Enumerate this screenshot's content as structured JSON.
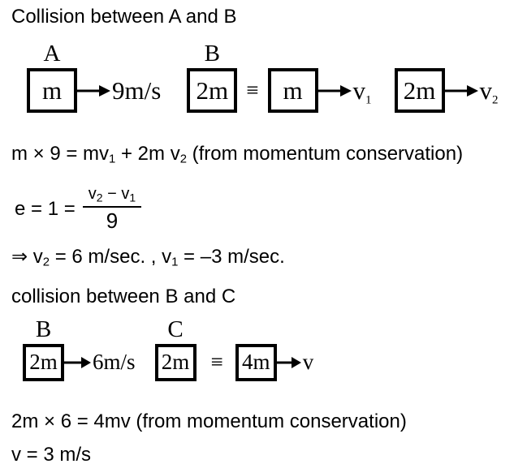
{
  "colors": {
    "text": "#000000",
    "background": "#ffffff",
    "box_border": "#000000"
  },
  "section1": {
    "title": "Collision between A and B",
    "diagram": {
      "block_a": {
        "label": "A",
        "mass": "m"
      },
      "velocity_a": "9m/s",
      "block_b": {
        "label": "B",
        "mass": "2m"
      },
      "equiv": "≡",
      "after_block_1": {
        "mass": "m",
        "v": "v",
        "v_sub": "1"
      },
      "after_block_2": {
        "mass": "2m",
        "v": "v",
        "v_sub": "2"
      }
    },
    "momentum_eq": {
      "p1": "m × 9 = mv",
      "sub1": "1",
      "p2": " + 2m v",
      "sub2": "2",
      "p3": " (from momentum conservation)"
    },
    "restitution_eq": {
      "lead": "e = 1 =",
      "num_v2": "v",
      "num_sub2": "2",
      "minus": " − ",
      "num_v1": "v",
      "num_sub1": "1",
      "den": "9"
    },
    "result": {
      "p1": "⇒ v",
      "sub2": "2",
      "p2": " = 6 m/sec. , v",
      "sub1": "1",
      "p3": " = –3 m/sec."
    }
  },
  "section2": {
    "title": "collision between B and C",
    "diagram": {
      "block_b": {
        "label": "B",
        "mass": "2m"
      },
      "velocity_b": "6m/s",
      "block_c": {
        "label": "C",
        "mass": "2m"
      },
      "equiv": "≡",
      "after_block": {
        "mass": "4m",
        "v": "v"
      }
    },
    "momentum_eq": "2m × 6 = 4mv (from momentum conservation)",
    "result": "v = 3 m/s"
  }
}
